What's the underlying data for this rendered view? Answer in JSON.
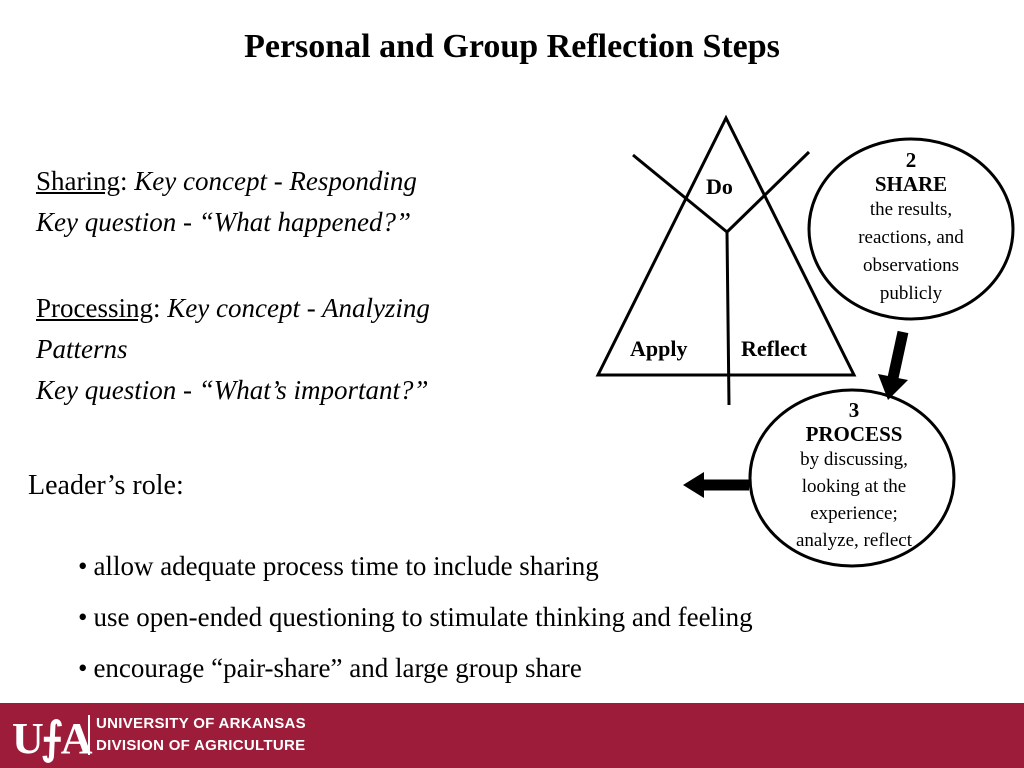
{
  "slide": {
    "title": "Personal and Group Reflection Steps"
  },
  "sharing": {
    "label": "Sharing",
    "colon": ": ",
    "concept": "Key concept - Responding",
    "question": "Key question - “What happened?”"
  },
  "processing": {
    "label": "Processing",
    "colon": ": ",
    "concept_line1": "Key concept - Analyzing",
    "concept_line2": "Patterns",
    "question": "Key question - “What’s important?”"
  },
  "leader": {
    "heading": "Leader’s role:",
    "bullet_char": "•",
    "bullets": [
      "allow adequate process time to include sharing",
      "use open-ended questioning to stimulate thinking and feeling",
      "encourage “pair-share” and large group share"
    ]
  },
  "diagram": {
    "triangle_labels": {
      "do": "Do",
      "apply": "Apply",
      "reflect": "Reflect"
    },
    "share_circle": {
      "number": "2",
      "heading": "SHARE",
      "lines": [
        "the results,",
        "reactions, and",
        "observations",
        "publicly"
      ]
    },
    "process_circle": {
      "number": "3",
      "heading": "PROCESS",
      "lines": [
        "by discussing,",
        "looking at the",
        "experience;",
        "analyze, reflect"
      ]
    }
  },
  "footer": {
    "logo_text": "U⨍A",
    "org_line1": "UNIVERSITY OF ARKANSAS",
    "org_line2": "DIVISION OF AGRICULTURE",
    "background_color": "#9d1c3a"
  }
}
